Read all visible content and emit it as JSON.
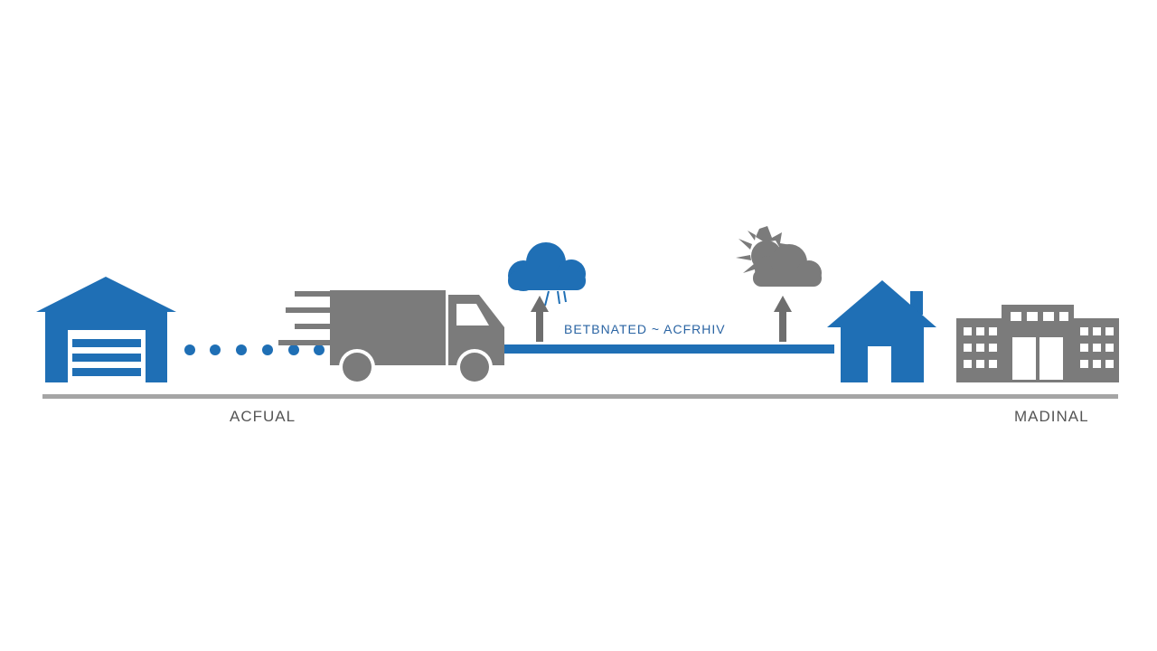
{
  "labels": {
    "origin": "ACFUAL",
    "destination": "MADINAL",
    "route": "BETBNATED ~ ACFRHIV"
  },
  "icons": {
    "origin": "warehouse-icon",
    "vehicle": "delivery-truck-icon",
    "weather_1": "rain-cloud-icon",
    "weather_2": "sun-behind-cloud-icon",
    "house": "house-icon",
    "building": "office-building-icon"
  },
  "colors": {
    "blue": "#1f6fb5",
    "gray": "#7b7b7b",
    "text_gray": "#555555",
    "text_blue": "#2a64a3",
    "ground": "#a5a5a5"
  }
}
